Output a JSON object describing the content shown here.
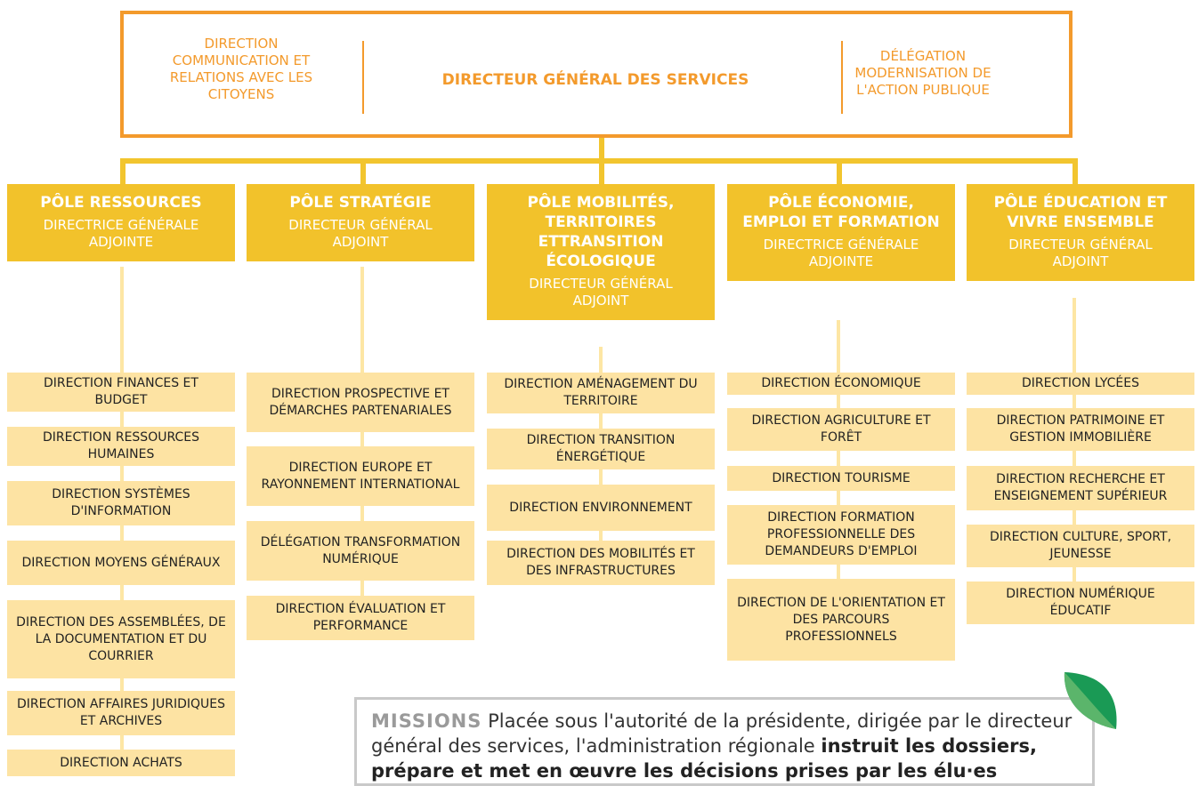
{
  "header": {
    "left": "DIRECTION COMMUNICATION ET RELATIONS AVEC LES CITOYENS",
    "center": "DIRECTEUR GÉNÉRAL DES SERVICES",
    "right": "DÉLÉGATION MODERNISATION DE L'ACTION PUBLIQUE"
  },
  "poles": [
    {
      "title": "PÔLE RESSOURCES",
      "sub": "DIRECTRICE GÉNÉRALE ADJOINTE",
      "directions": [
        "DIRECTION FINANCES ET BUDGET",
        "DIRECTION RESSOURCES HUMAINES",
        "DIRECTION SYSTÈMES D'INFORMATION",
        "DIRECTION MOYENS GÉNÉRAUX",
        "DIRECTION DES ASSEMBLÉES, DE LA DOCUMENTATION ET DU COURRIER",
        "DIRECTION AFFAIRES JURIDIQUES ET ARCHIVES",
        "DIRECTION ACHATS"
      ]
    },
    {
      "title": "PÔLE STRATÉGIE",
      "sub": "DIRECTEUR GÉNÉRAL ADJOINT",
      "directions": [
        "DIRECTION PROSPECTIVE ET DÉMARCHES PARTENARIALES",
        "DIRECTION EUROPE ET RAYONNEMENT INTERNATIONAL",
        "DÉLÉGATION TRANSFORMATION NUMÉRIQUE",
        "DIRECTION ÉVALUATION ET PERFORMANCE"
      ]
    },
    {
      "title": "PÔLE MOBILITÉS, TERRITOIRES ETTRANSITION ÉCOLOGIQUE",
      "sub": "DIRECTEUR GÉNÉRAL ADJOINT",
      "directions": [
        "DIRECTION AMÉNAGEMENT DU TERRITOIRE",
        "DIRECTION TRANSITION ÉNERGÉTIQUE",
        "DIRECTION ENVIRONNEMENT",
        "DIRECTION DES MOBILITÉS ET DES INFRASTRUCTURES"
      ]
    },
    {
      "title": "PÔLE ÉCONOMIE, EMPLOI ET FORMATION",
      "sub": "DIRECTRICE GÉNÉRALE ADJOINTE",
      "directions": [
        "DIRECTION ÉCONOMIQUE",
        "DIRECTION AGRICULTURE ET FORÊT",
        "DIRECTION TOURISME",
        "DIRECTION FORMATION PROFESSIONNELLE DES DEMANDEURS D'EMPLOI",
        "DIRECTION DE L'ORIENTATION ET DES PARCOURS PROFESSIONNELS"
      ]
    },
    {
      "title": "PÔLE ÉDUCATION ET VIVRE ENSEMBLE",
      "sub": "DIRECTEUR GÉNÉRAL ADJOINT",
      "directions": [
        "DIRECTION LYCÉES",
        "DIRECTION PATRIMOINE ET GESTION IMMOBILIÈRE",
        "DIRECTION RECHERCHE ET ENSEIGNEMENT SUPÉRIEUR",
        "DIRECTION CULTURE, SPORT, JEUNESSE",
        "DIRECTION NUMÉRIQUE ÉDUCATIF"
      ]
    }
  ],
  "missions": {
    "label": "MISSIONS",
    "text1": "Placée sous l'autorité de la présidente, dirigée par le directeur général des services, l'administration régionale",
    "bold": "instruit les dossiers, prépare et met en œuvre les décisions prises par les élu·es"
  },
  "colors": {
    "orange": "#f39a2c",
    "pole": "#f2c22b",
    "direction": "#fde3a3",
    "leaf": "#1a9a55"
  }
}
